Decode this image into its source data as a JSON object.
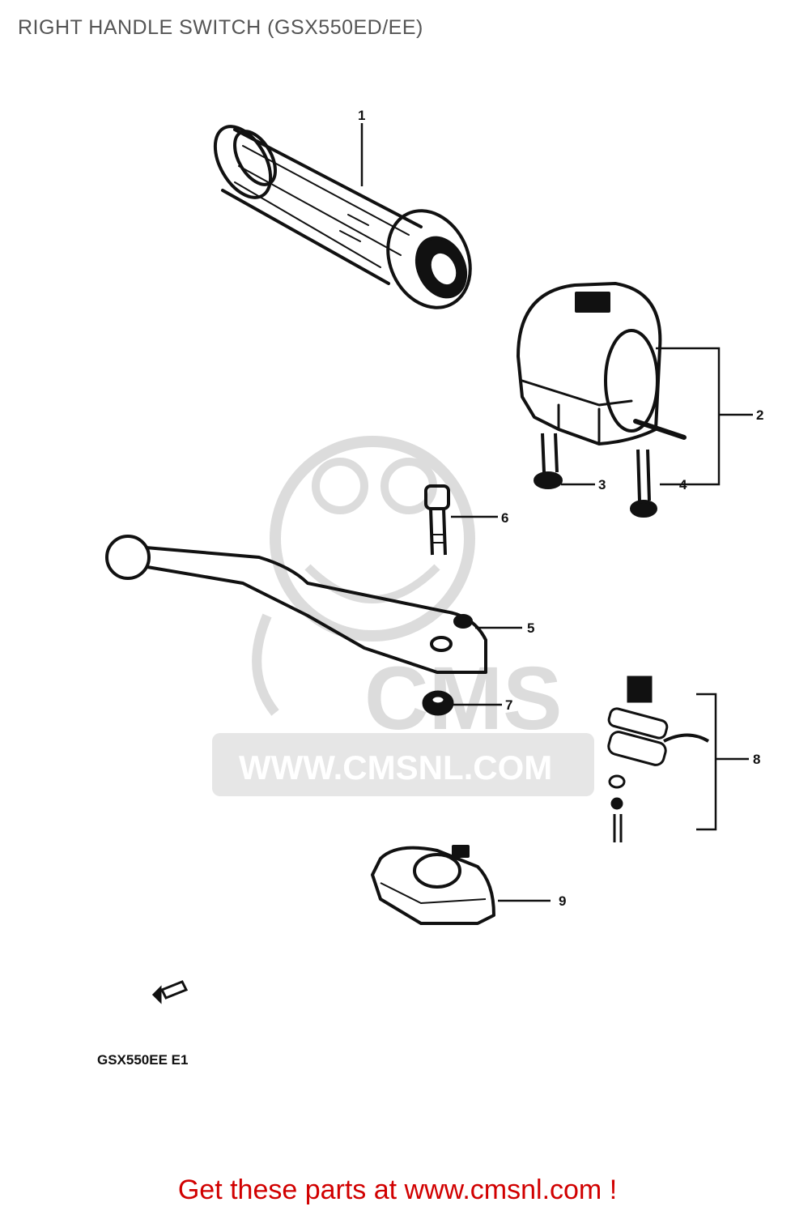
{
  "page": {
    "title": "RIGHT HANDLE SWITCH (GSX550ED/EE)",
    "footer": "Get these parts at www.cmsnl.com !",
    "model_code": "GSX550EE E1"
  },
  "callouts": [
    "1",
    "2",
    "3",
    "4",
    "5",
    "6",
    "7",
    "8",
    "9"
  ],
  "watermark": {
    "logo_text": "CMS",
    "url": "WWW.CMSNL.COM"
  },
  "colors": {
    "title": "#555555",
    "footer": "#d10000",
    "watermark": "#d9d9d9",
    "line": "#111111"
  }
}
